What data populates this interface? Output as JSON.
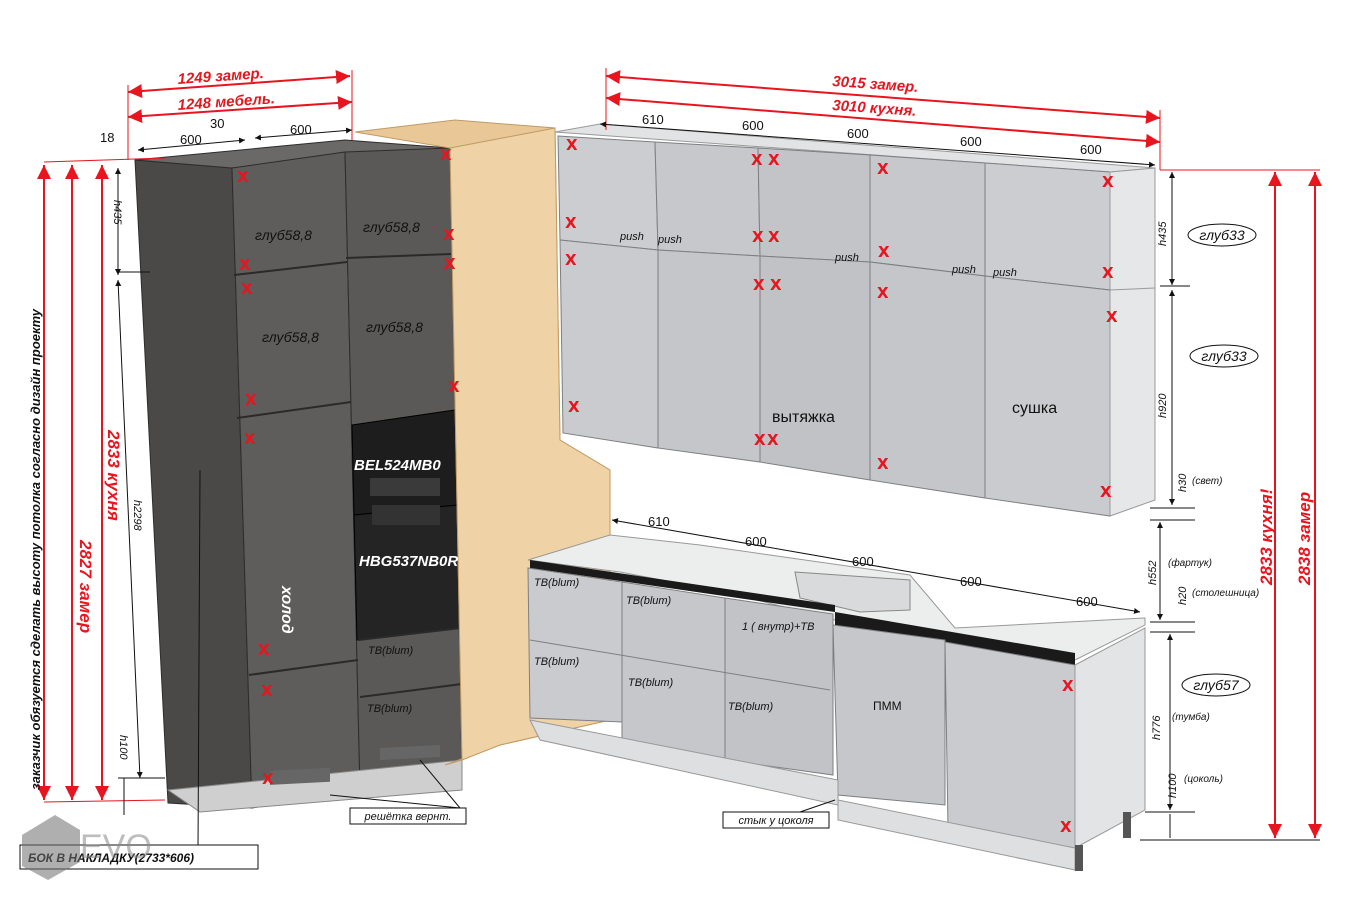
{
  "dims_top_left": {
    "zamer": "1249 замер.",
    "mebel": "1248 мебель.",
    "d18": "18",
    "d600a": "600",
    "d30": "30",
    "d600b": "600"
  },
  "dims_top_right": {
    "zamer": "3015 замер.",
    "kuhnya": "3010 кухня.",
    "w": [
      "610",
      "600",
      "600",
      "600",
      "600"
    ]
  },
  "dims_base": [
    "610",
    "600",
    "600",
    "600",
    "600"
  ],
  "left_vertical": {
    "note": "заказчик обязуется сделать высоту потолка согласно дизайн проекту",
    "h2827": "2827 замер",
    "h2833": "2833 кухня",
    "h435": "h435",
    "h2298": "h2298",
    "h100": "h100"
  },
  "right_vertical": {
    "h435": "h435",
    "h920": "h920",
    "h30": "h30",
    "svet": "(свет)",
    "h552": "h552",
    "fartuk": "(фартук)",
    "h20": "h20",
    "stoleshnica": "(столешница)",
    "h776": "h776",
    "tumba": "(тумба)",
    "h100": "h100",
    "cokol": "(цоколь)",
    "k2833": "2833 кухня!",
    "z2838": "2838 замер"
  },
  "depth_labels": {
    "upper1": "глуб33",
    "upper2": "глуб33",
    "base": "глуб57"
  },
  "tall_labels": {
    "g1": "глуб58,8",
    "g2": "глуб58,8",
    "g3": "глуб58,8",
    "g4": "глуб58,8",
    "holod": "холод",
    "oven1": "BEL524MB0",
    "oven2": "HBG537NB0R",
    "tb1": "TB(blum)",
    "tb2": "TB(blum)"
  },
  "wall_labels": {
    "push": "push",
    "vytyazhka": "вытяжка",
    "sushka": "сушка"
  },
  "base_labels": {
    "tb": "TB(blum)",
    "vnutr": "1 ( внутр)+ТВ",
    "pmm": "ПММ"
  },
  "boxed_notes": {
    "reshetka": "решётка вернт.",
    "styk": "стык у цоколя",
    "bok": "БОК В НАКЛАДКУ(2733*606)"
  },
  "x_mark": "X",
  "watermark": "EVO",
  "colors": {
    "tall": "#5b5a58",
    "tall_dark": "#3f3e3c",
    "wood": "#e9c796",
    "panel": "#c7c9cc",
    "dim_red": "#e8141e",
    "handle": "#1a1a1a"
  }
}
